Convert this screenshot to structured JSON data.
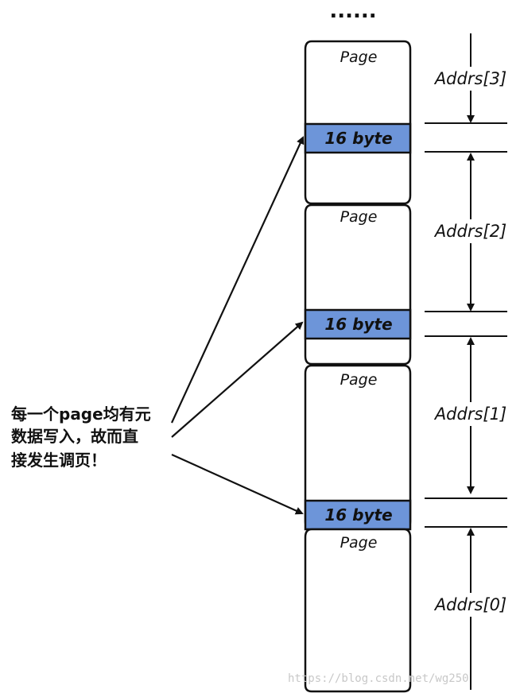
{
  "top_ellipsis": "......",
  "pages": [
    {
      "label": "Page",
      "block_label": "16 byte"
    },
    {
      "label": "Page",
      "block_label": "16 byte"
    },
    {
      "label": "Page",
      "block_label": "16 byte"
    },
    {
      "label": "Page"
    }
  ],
  "addr_labels": [
    "Addrs[3]",
    "Addrs[2]",
    "Addrs[1]",
    "Addrs[0]"
  ],
  "note_lines": [
    "每一个page均有元",
    "数据写入，故而直",
    "接发生调页！"
  ],
  "watermark": "https://blog.csdn.net/wg250",
  "colors": {
    "block_fill": "#6d95d9",
    "stroke": "#111111"
  }
}
